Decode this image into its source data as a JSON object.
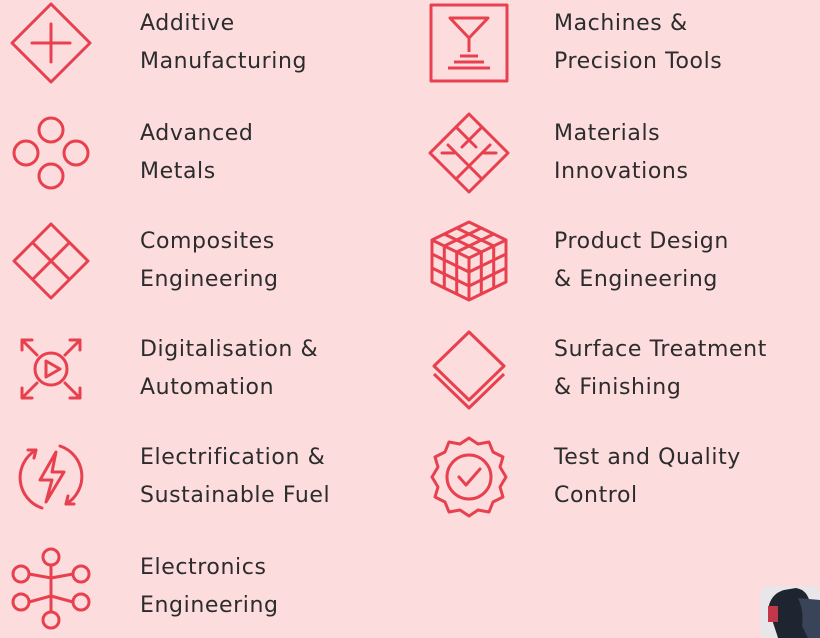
{
  "accent": "#e8404e",
  "background": "#fcdcdc",
  "left_column": [
    {
      "icon": "additive-manufacturing-icon",
      "line1": "Additive",
      "line2": "Manufacturing"
    },
    {
      "icon": "advanced-metals-icon",
      "line1": "Advanced",
      "line2": "Metals"
    },
    {
      "icon": "composites-engineering-icon",
      "line1": "Composites",
      "line2": "Engineering"
    },
    {
      "icon": "digitalisation-automation-icon",
      "line1": "Digitalisation &",
      "line2": "Automation"
    },
    {
      "icon": "electrification-fuel-icon",
      "line1": "Electrification &",
      "line2": "Sustainable Fuel"
    },
    {
      "icon": "electronics-engineering-icon",
      "line1": "Electronics",
      "line2": "Engineering"
    }
  ],
  "right_column": [
    {
      "icon": "machines-precision-tools-icon",
      "line1": "Machines &",
      "line2": "Precision Tools"
    },
    {
      "icon": "materials-innovations-icon",
      "line1": "Materials",
      "line2": "Innovations"
    },
    {
      "icon": "product-design-cube-icon",
      "line1": "Product Design",
      "line2": "& Engineering"
    },
    {
      "icon": "surface-treatment-layers-icon",
      "line1": "Surface Treatment",
      "line2": "& Finishing"
    },
    {
      "icon": "quality-badge-check-icon",
      "line1": "Test and Quality",
      "line2": "Control"
    }
  ]
}
